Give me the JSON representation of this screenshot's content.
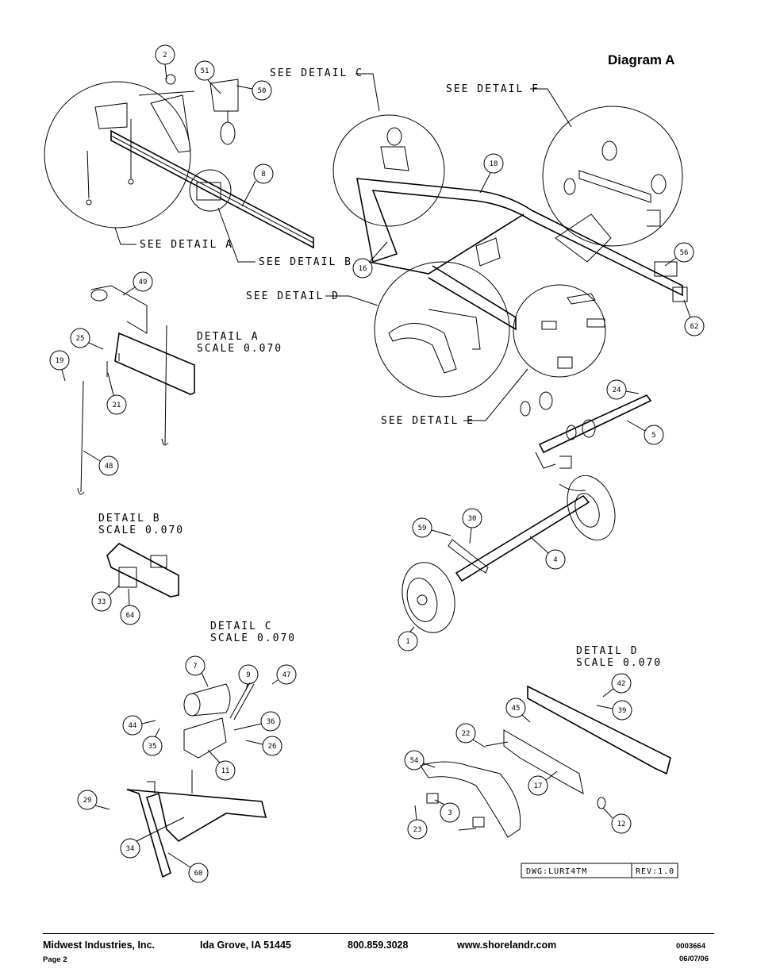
{
  "title": "Diagram A",
  "detail_refs": {
    "a": "SEE DETAIL  A",
    "b": "SEE DETAIL  B",
    "c": "SEE DETAIL  C",
    "d": "SEE DETAIL  D",
    "e": "SEE DETAIL  E",
    "f": "SEE DETAIL  F"
  },
  "details": {
    "a": {
      "name": "DETAIL  A",
      "scale": "SCALE  0.070"
    },
    "b": {
      "name": "DETAIL  B",
      "scale": "SCALE  0.070"
    },
    "c": {
      "name": "DETAIL  C",
      "scale": "SCALE  0.070"
    },
    "d": {
      "name": "DETAIL  D",
      "scale": "SCALE  0.070"
    }
  },
  "part_numbers": [
    "2",
    "51",
    "50",
    "8",
    "18",
    "16",
    "56",
    "62",
    "49",
    "25",
    "19",
    "21",
    "48",
    "24",
    "5",
    "30",
    "59",
    "4",
    "1",
    "33",
    "64",
    "7",
    "9",
    "47",
    "44",
    "35",
    "36",
    "26",
    "11",
    "29",
    "34",
    "60",
    "42",
    "45",
    "39",
    "22",
    "54",
    "17",
    "3",
    "23",
    "12"
  ],
  "title_block": {
    "dwg": "DWG:LURI4TM",
    "rev": "REV:1.0"
  },
  "footer": {
    "company": "Midwest Industries, Inc.",
    "city": "Ida Grove, IA  51445",
    "phone": "800.859.3028",
    "website": "www.shorelandr.com",
    "doc_number": "0003664",
    "page": "Page 2",
    "date": "06/07/06"
  }
}
